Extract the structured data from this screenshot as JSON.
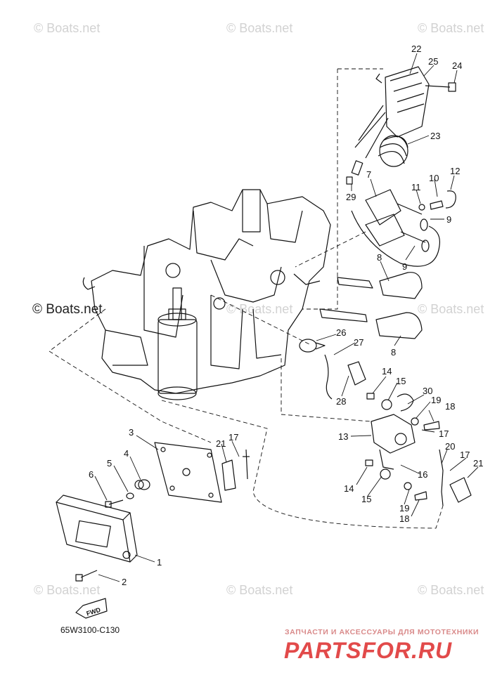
{
  "watermarks": {
    "top_left": "© Boats.net",
    "top_center": "© Boats.net",
    "top_right": "© Boats.net",
    "mid_left": "© Boats.net",
    "mid_center": "© Boats.net",
    "mid_right": "© Boats.net",
    "bottom_left": "© Boats.net",
    "bottom_center": "© Boats.net",
    "bottom_right": "© Boats.net"
  },
  "part_callouts": [
    "1",
    "2",
    "3",
    "4",
    "5",
    "6",
    "7",
    "8",
    "9",
    "10",
    "11",
    "12",
    "13",
    "14",
    "15",
    "16",
    "17",
    "18",
    "19",
    "20",
    "21",
    "22",
    "23",
    "24",
    "25",
    "26",
    "27",
    "28",
    "29",
    "30"
  ],
  "diagram_code": "65W3100-C130",
  "fwd_label": "FWD",
  "shop_tagline": "ЗАПЧАСТИ И АКСЕССУАРЫ ДЛЯ МОТОТЕХНИКИ",
  "shop_brand": "PARTSFOR.RU",
  "colors": {
    "line": "#111111",
    "watermark": "#d2d2d2",
    "brand": "#e24a4a"
  }
}
